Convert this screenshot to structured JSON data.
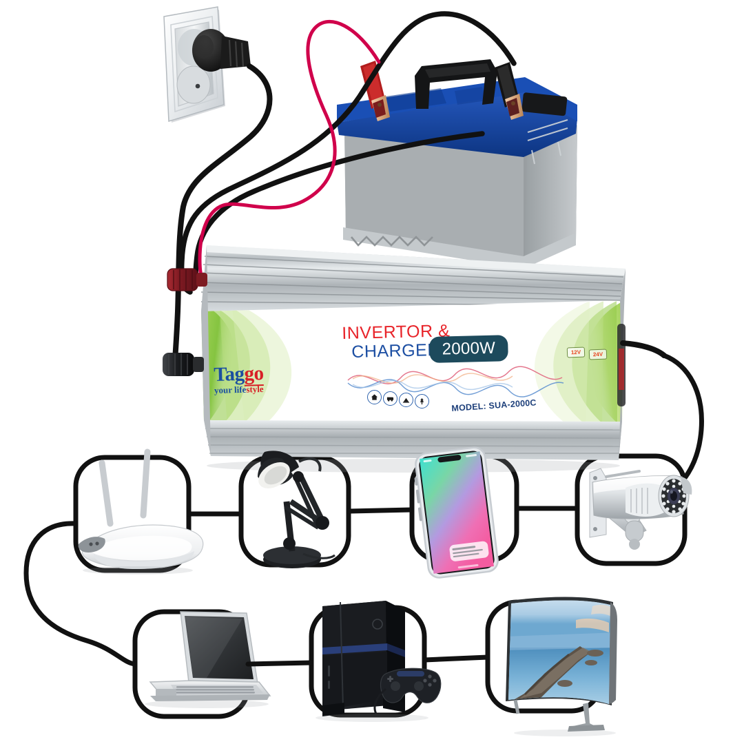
{
  "product": {
    "title_line1": "INVERTOR &",
    "title_line2": "CHARGER",
    "power_badge": "2000W",
    "model_text": "MODEL: SUA-2000C",
    "brand": {
      "name_part1": "Tag",
      "name_part2": "go",
      "tagline_part1": "your life",
      "tagline_part2": "style"
    },
    "voltage_badges": [
      {
        "label": "12V"
      },
      {
        "label": "24V"
      }
    ],
    "feature_icons": [
      {
        "name": "home-icon",
        "label": "Home"
      },
      {
        "name": "caravan-icon",
        "label": "Caravan"
      },
      {
        "name": "tent-icon",
        "label": "Camping"
      },
      {
        "name": "tree-icon",
        "label": "Outdoor"
      }
    ],
    "colors": {
      "title_red": "#e8242a",
      "title_blue": "#1d4fa3",
      "badge_dark": "#1d4a5c",
      "brand_blue": "#1a4fa0",
      "brand_red": "#d81f26",
      "volt_text": "#e8431f",
      "model_blue": "#1d3f7a",
      "casing_silver": "#c9cdd0",
      "label_green": "#8cc63f",
      "cable_black": "#121212",
      "cable_red": "#d0004b"
    }
  },
  "power_source": {
    "wall_socket": {
      "name": "wall-socket",
      "label": "AC Wall Socket"
    },
    "plug": {
      "name": "ac-plug",
      "label": "AC Plug"
    },
    "battery": {
      "name": "car-battery",
      "label": "12V Car Battery",
      "top_color": "#12429a",
      "body_color": "#a7abae",
      "clamps": [
        {
          "name": "positive-clamp",
          "label": "Positive (+)",
          "color": "#cc1f1f"
        },
        {
          "name": "negative-clamp",
          "label": "Negative (-)",
          "color": "#1a1a1a"
        }
      ]
    }
  },
  "terminals": [
    {
      "name": "positive-terminal",
      "label": "+",
      "color": "#8d1f25"
    },
    {
      "name": "negative-terminal",
      "label": "-",
      "color": "#1a1a1a"
    }
  ],
  "appliances": {
    "row_top": [
      {
        "name": "wifi-router",
        "label": "Wi-Fi Router"
      },
      {
        "name": "desk-lamp",
        "label": "Desk Lamp"
      },
      {
        "name": "smartphone",
        "label": "Smartphone"
      },
      {
        "name": "cctv-camera",
        "label": "CCTV Camera"
      }
    ],
    "row_bottom": [
      {
        "name": "laptop",
        "label": "Laptop"
      },
      {
        "name": "game-console",
        "label": "Game Console"
      },
      {
        "name": "television",
        "label": "LED Television"
      }
    ]
  }
}
